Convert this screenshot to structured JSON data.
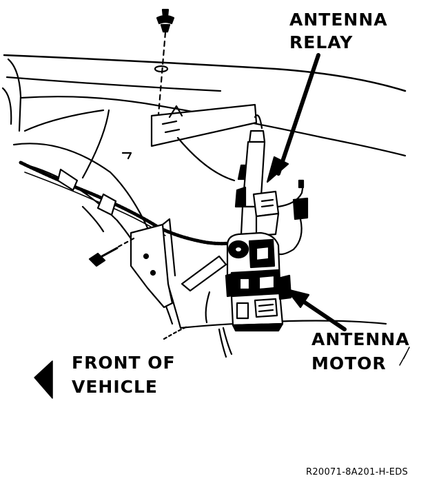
{
  "labels": {
    "antenna_relay": [
      "ANTENNA",
      "RELAY"
    ],
    "antenna_motor": [
      "ANTENNA",
      "MOTOR"
    ],
    "front_of_vehicle": [
      "FRONT OF",
      "VEHICLE"
    ],
    "figure_code": "R20071-8A201-H-EDS"
  },
  "colors": {
    "ink": "#000000",
    "paper": "#ffffff"
  },
  "icons": {
    "direction_arrow": "left-arrow-icon"
  }
}
